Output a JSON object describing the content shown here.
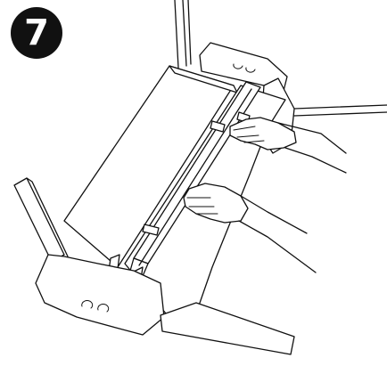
{
  "step": {
    "number": "7"
  },
  "colors": {
    "line": "#111111",
    "background": "#ffffff",
    "badge": "#111111",
    "badge_text": "#ffffff"
  },
  "icons": {
    "step_badge": "circled-number",
    "hands": "two-hands-pushing-crossbar"
  }
}
